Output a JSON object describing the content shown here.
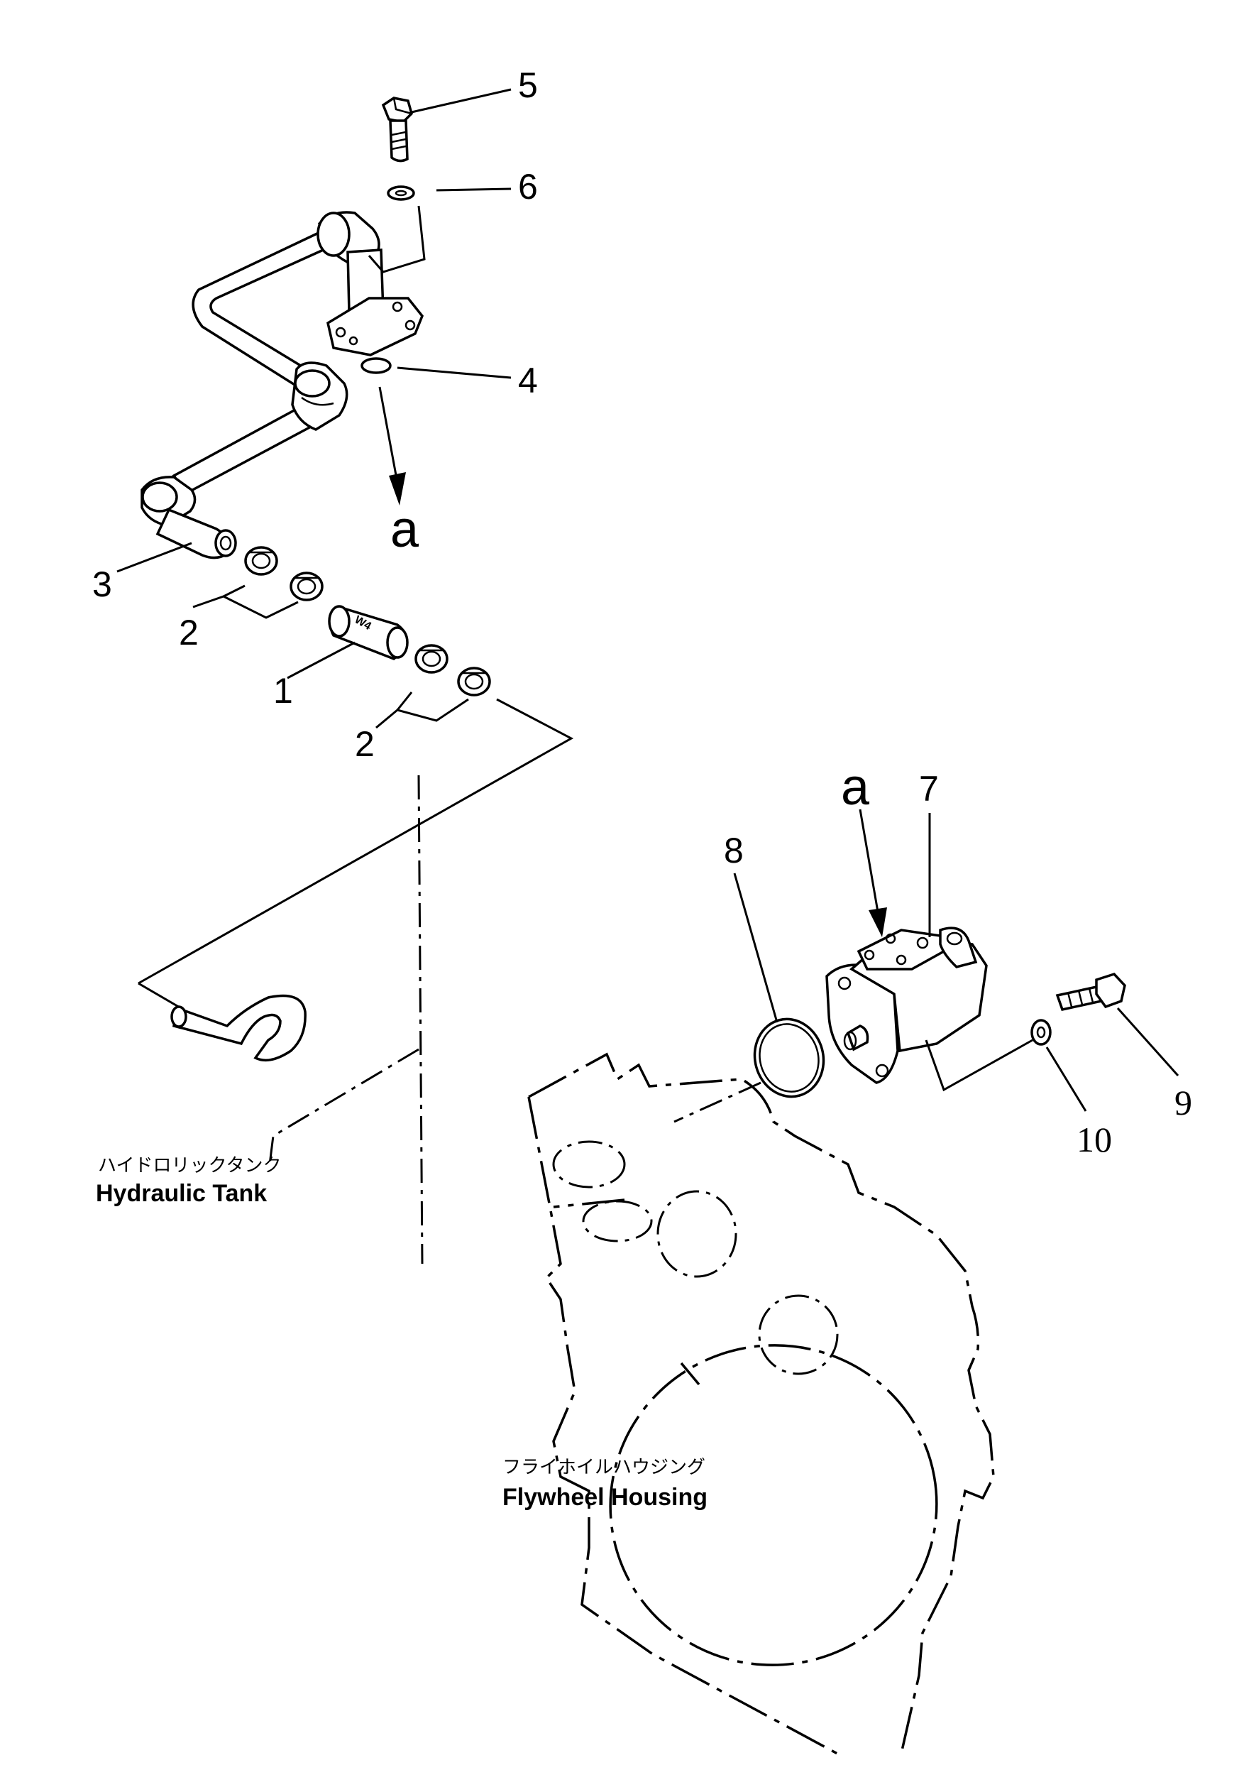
{
  "callouts": {
    "c1": "1",
    "c2a": "2",
    "c2b": "2",
    "c3": "3",
    "c4": "4",
    "c5": "5",
    "c6": "6",
    "c7": "7",
    "c8": "8",
    "c9": "9",
    "c10": "10"
  },
  "references": {
    "a_top": "a",
    "a_bottom": "a"
  },
  "hose_marking": "W4",
  "labels": {
    "hydraulic_tank_jp": "ハイドロリックタンク",
    "hydraulic_tank_en": "Hydraulic Tank",
    "flywheel_housing_jp": "フライホイルハウジング",
    "flywheel_housing_en": "Flywheel Housing"
  }
}
